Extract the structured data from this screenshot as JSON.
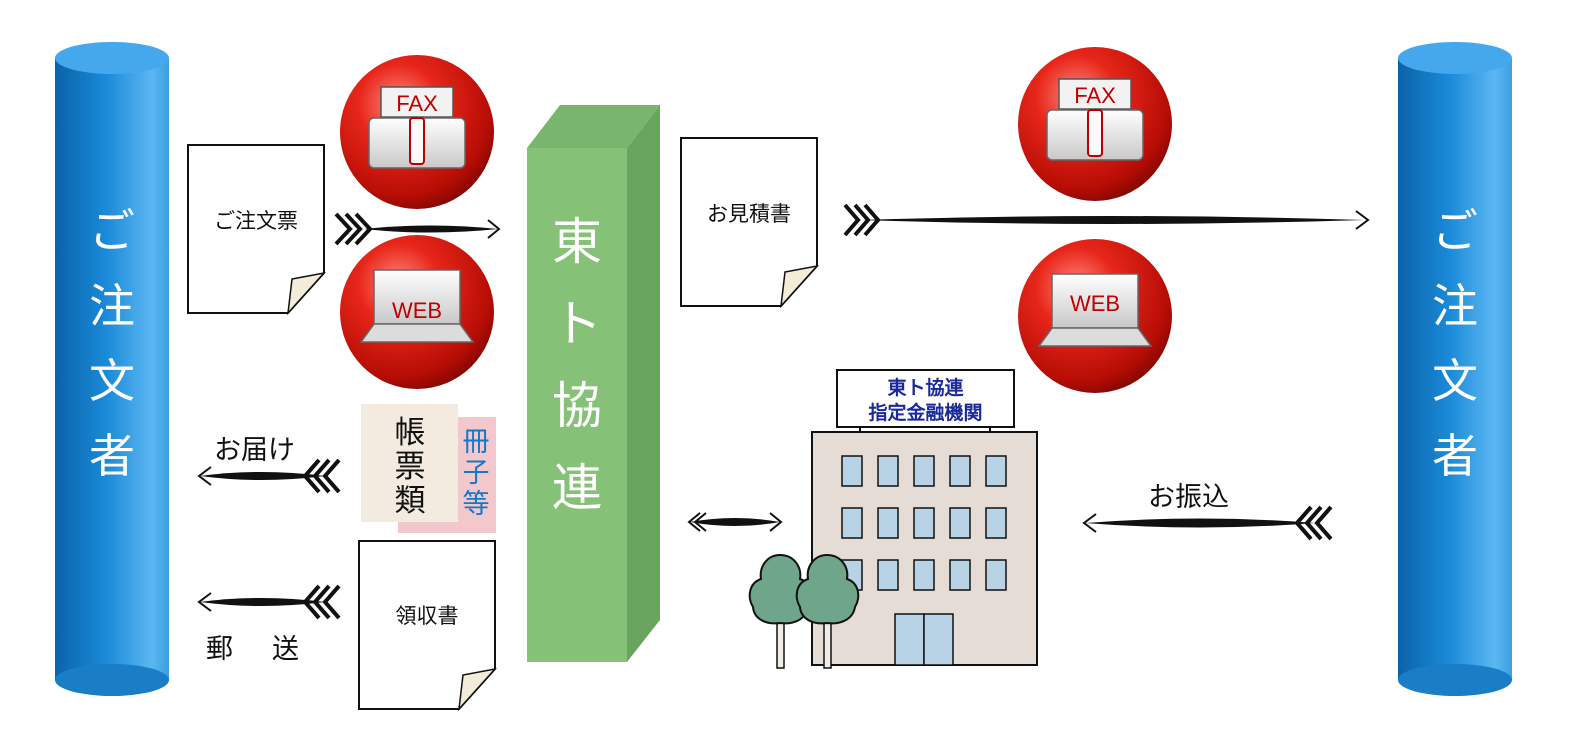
{
  "customer_left": {
    "label": [
      "ご",
      "注",
      "文",
      "者"
    ]
  },
  "customer_right": {
    "label": [
      "ご",
      "注",
      "文",
      "者"
    ]
  },
  "center": {
    "label": [
      "東",
      "ト",
      "協",
      "連"
    ]
  },
  "docs": {
    "order_form": "ご注文票",
    "estimate": "お見積書",
    "receipt": "領収書"
  },
  "icons": {
    "fax_label": "FAX",
    "web_label": "WEB"
  },
  "forms_box": {
    "main": [
      "帳",
      "票",
      "類"
    ],
    "sub": [
      "冊",
      "子",
      "等"
    ]
  },
  "bank": {
    "sign_line1": "東ト協連",
    "sign_line2": "指定金融機関"
  },
  "arrows": {
    "delivery": "お届け",
    "mail": "郵　送",
    "transfer": "お振込"
  },
  "colors": {
    "cylinder_blue": "#1a8ad8",
    "center_green": "#86c178",
    "badge_red": "#d2140a",
    "forms_main_bg": "#f3ebdf",
    "forms_sub_bg": "#f2c8cc",
    "forms_sub_text": "#1478c8",
    "bank_sign_text": "#1a2a9a",
    "building": "#e6dcd6",
    "window": "#b8d2e6",
    "tree": "#6fa58b"
  }
}
